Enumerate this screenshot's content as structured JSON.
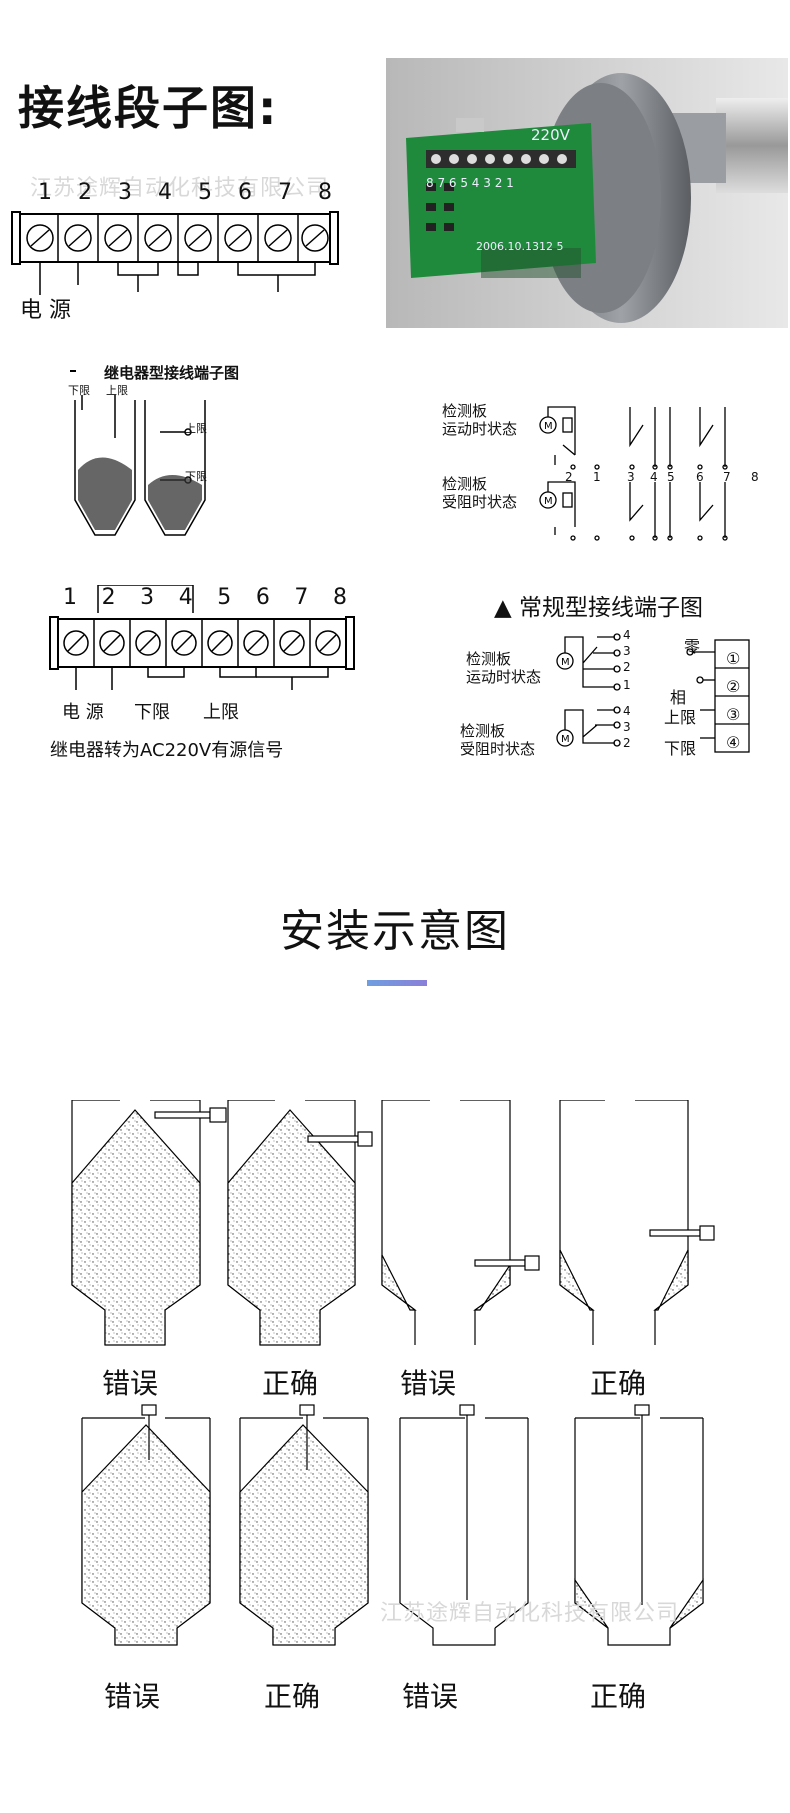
{
  "header": {
    "title": "接线段子图:"
  },
  "watermark": "江苏途辉自动化科技有限公司",
  "terminals": {
    "numbers": [
      "1",
      "2",
      "3",
      "4",
      "5",
      "6",
      "7",
      "8"
    ],
    "power_label": "电  源"
  },
  "photo": {
    "board_text": "220V",
    "mark_text": "8 7 6 5 4 3 2 1",
    "serial": "2006.10.1312 5"
  },
  "relay": {
    "title": "继电器型接线端子图",
    "lower_limit": "下限",
    "upper_limit": "上限",
    "upper_small": "上限",
    "lower_small": "下限",
    "state_moving": "检测板\n运动时状态",
    "state_blocked": "检测板\n受阻时状态",
    "terminal_numbers": [
      "1",
      "2",
      "3",
      "4",
      "5",
      "6",
      "7",
      "8"
    ],
    "power": "电  源",
    "lower": "下限",
    "upper": "上限",
    "note": "继电器转为AC220V有源信号",
    "contact_nums": [
      "2",
      "1",
      "3",
      "4",
      "5",
      "6",
      "7",
      "8"
    ]
  },
  "conventional": {
    "title": "▲ 常规型接线端子图",
    "moving": "检测板\n运动时状态",
    "blocked": "检测板\n受阻时状态",
    "moving_pins": [
      "4",
      "3",
      "2",
      "1"
    ],
    "blocked_pins": [
      "4",
      "3",
      "2"
    ],
    "zero": "零",
    "phase": "相",
    "upper": "上限",
    "lower": "下限",
    "box_nums": [
      "①",
      "②",
      "③",
      "④"
    ]
  },
  "install": {
    "title": "安装示意图",
    "row1": [
      "错误",
      "正确",
      "错误",
      "正确"
    ],
    "row2": [
      "错误",
      "正确",
      "错误",
      "正确"
    ]
  }
}
